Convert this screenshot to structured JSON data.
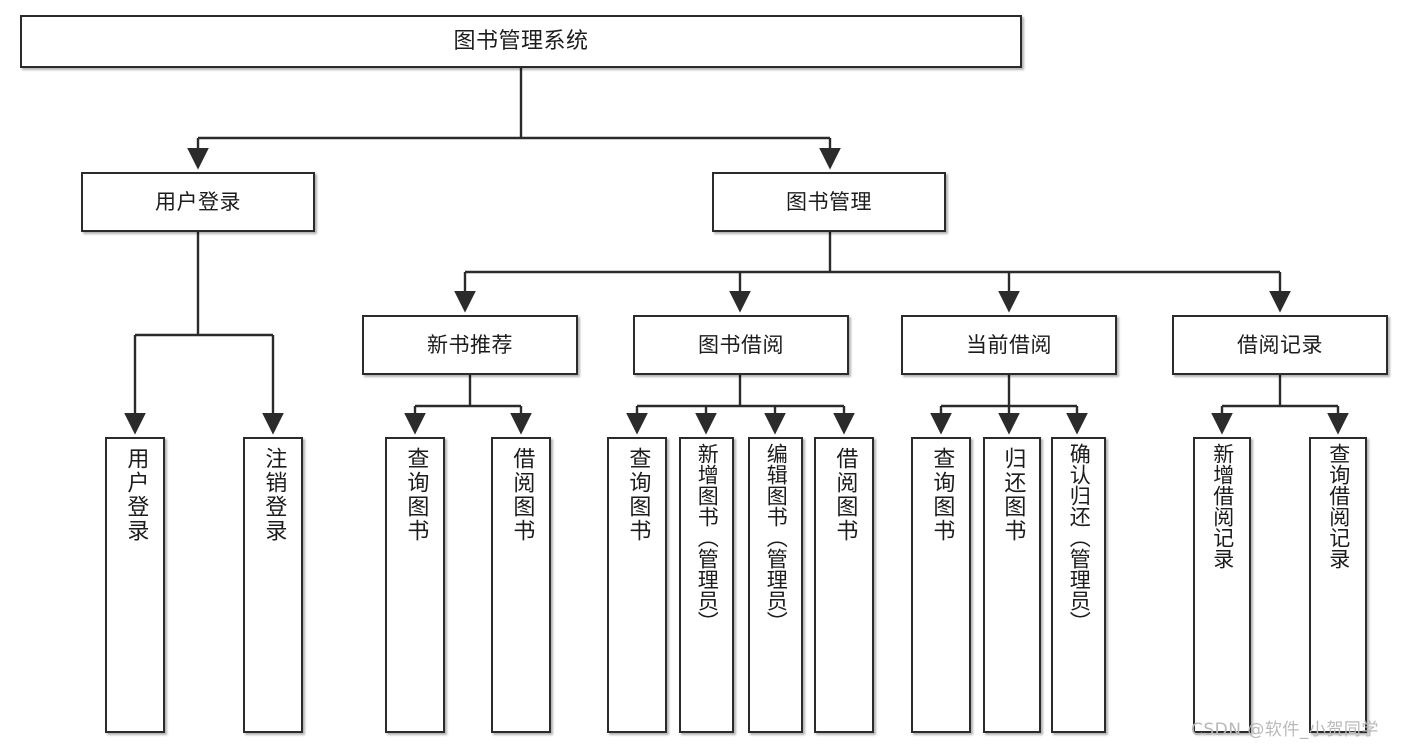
{
  "diagram": {
    "title": "图书管理系统",
    "type": "tree-hierarchy-chart",
    "watermark": "CSDN @软件_小贺同学",
    "colors": {
      "box_border": "#2b2b2b",
      "box_fill": "#ffffff",
      "connector": "#2b2b2b",
      "text": "#1c1c1c",
      "watermark": "#b9b9b9",
      "background": "#ffffff"
    }
  },
  "nodes": {
    "root": {
      "label": "图书管理系统"
    },
    "level2": [
      {
        "id": "user-login",
        "label": "用户登录"
      },
      {
        "id": "book-manage",
        "label": "图书管理"
      }
    ],
    "level3": [
      {
        "id": "new-book-recommend",
        "label": "新书推荐"
      },
      {
        "id": "book-borrow",
        "label": "图书借阅"
      },
      {
        "id": "current-borrow",
        "label": "当前借阅"
      },
      {
        "id": "borrow-record",
        "label": "借阅记录"
      }
    ],
    "leaves": {
      "user-login": [
        {
          "id": "leaf-user-login",
          "label": "用户登录"
        },
        {
          "id": "leaf-logout",
          "label": "注销登录"
        }
      ],
      "new-book-recommend": [
        {
          "id": "leaf-query-book-1",
          "label": "查询图书"
        },
        {
          "id": "leaf-borrow-book-1",
          "label": "借阅图书"
        }
      ],
      "book-borrow": [
        {
          "id": "leaf-query-book-2",
          "label": "查询图书"
        },
        {
          "id": "leaf-add-book",
          "label": "新增图书（管理员）"
        },
        {
          "id": "leaf-edit-book",
          "label": "编辑图书（管理员）"
        },
        {
          "id": "leaf-borrow-book-2",
          "label": "借阅图书"
        }
      ],
      "current-borrow": [
        {
          "id": "leaf-query-book-3",
          "label": "查询图书"
        },
        {
          "id": "leaf-return-book",
          "label": "归还图书"
        },
        {
          "id": "leaf-confirm-return",
          "label": "确认归还（管理员）"
        }
      ],
      "borrow-record": [
        {
          "id": "leaf-add-record",
          "label": "新增借阅记录"
        },
        {
          "id": "leaf-query-record",
          "label": "查询借阅记录"
        }
      ]
    }
  }
}
